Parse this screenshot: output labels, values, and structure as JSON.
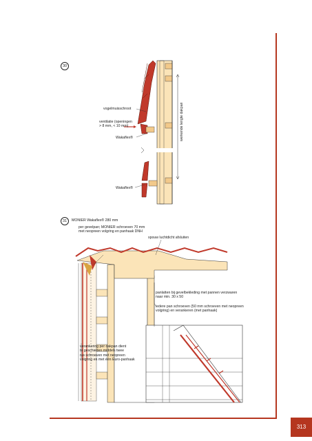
{
  "page": {
    "number": "313",
    "accent_color": "#b5361f"
  },
  "figure30": {
    "number": "30",
    "labels": {
      "vogelmuisschroot": "vogelmuisschroot",
      "ventilatie": "ventilatie (openingen\n> 8 mm, < 10 mm)",
      "wakaflex1": "Wakaflex®",
      "wakaflex2": "Wakaflex®",
      "werkende_lengte": "werkende lengte dakpan"
    }
  },
  "figure31": {
    "number": "31",
    "title": "MONIER Wakaflex® 280 mm",
    "labels": {
      "per_gevelpan": "per gevelpan; MONIER schroeven 70 mm\nmet neopreen volgring en panhaak DNH",
      "spouw": "spouw luchtdicht afsluiten",
      "panlatten": "panlatten bij gevelbekleding met pannen verzwaren\nnaar min. 30 x 50",
      "iedere_pan": "iedere pan schroeven (50 mm schroeven met neopreen\nvolgring) en verankeren (met panhaak)",
      "verankering": "verankering per dakpan dient\nte geschieden middels twee\nrvs schroeven met neopreen\nvolgring en met één Euro-panhaak"
    }
  }
}
